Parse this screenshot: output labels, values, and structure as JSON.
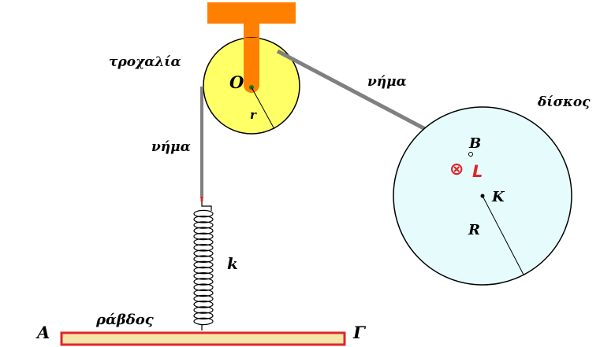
{
  "labels": {
    "pulley": "τροχαλία",
    "string_left": "νήμα",
    "string_right": "νήμα",
    "disk": "δίσκος",
    "point_O": "O",
    "radius_r": "r",
    "point_B": "B",
    "point_L_symbol": "⊗",
    "point_L": "L",
    "point_K": "K",
    "radius_R": "R",
    "spring_k": "k",
    "rod": "ράβδος",
    "end_A": "A",
    "end_G": "Γ"
  },
  "colors": {
    "support": "#ff7f00",
    "pulley_fill": "#ffff66",
    "disk_fill": "#e6fbfb",
    "string": "#808080",
    "rod_fill": "#f5e6a8",
    "rod_border": "#e0262b",
    "accent_red": "#e0262b"
  }
}
